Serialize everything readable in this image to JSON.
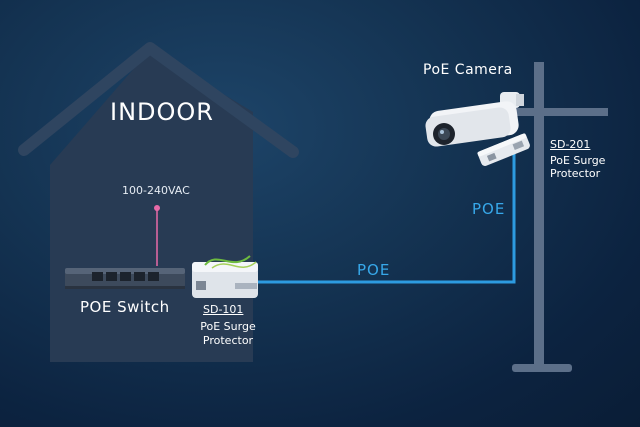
{
  "indoor_label": "INDOOR",
  "power": {
    "voltage": "100-240VAC"
  },
  "switch": {
    "label": "POE Switch"
  },
  "sd101": {
    "id": "SD-101",
    "name": "PoE Surge Protector"
  },
  "camera": {
    "label": "PoE Camera"
  },
  "sd201": {
    "id": "SD-201",
    "name": "PoE Surge Protector"
  },
  "links": {
    "horizontal": "POE",
    "vertical": "POE"
  },
  "colors": {
    "house": "#283b54",
    "pole": "#5c6f89",
    "cable": "#2d9be0",
    "power_line": "#e86aa8"
  }
}
